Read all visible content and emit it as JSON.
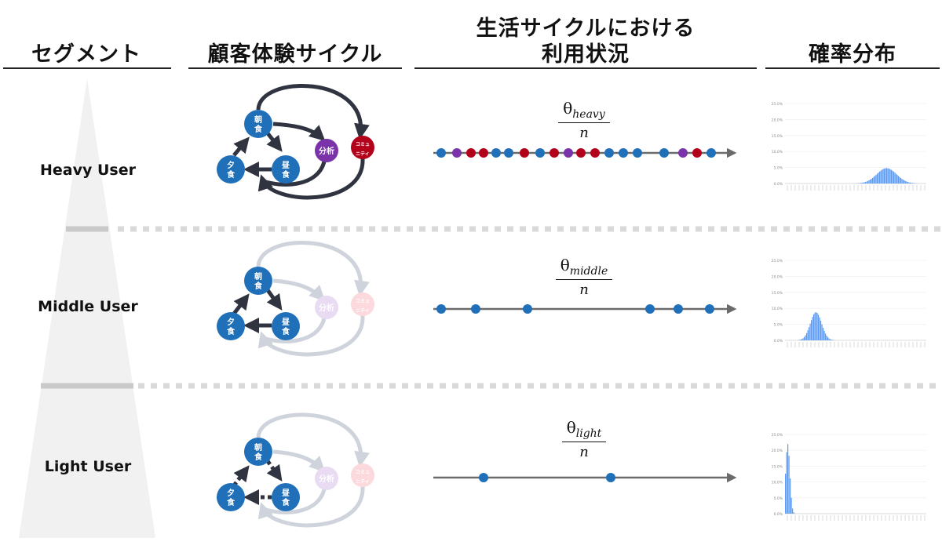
{
  "headers": {
    "segment": "セグメント",
    "journey": "顧客体験サイクル",
    "usage_line1": "生活サイクルにおける",
    "usage_line2": "利用状況",
    "distribution": "確率分布"
  },
  "segments": [
    {
      "label": "Heavy User",
      "theta_base": "θ",
      "theta_sub": "heavy",
      "denominator": "n"
    },
    {
      "label": "Middle User",
      "theta_base": "θ",
      "theta_sub": "middle",
      "denominator": "n"
    },
    {
      "label": "Light User",
      "theta_base": "θ",
      "theta_sub": "light",
      "denominator": "n"
    }
  ],
  "nodes": {
    "breakfast": [
      "朝",
      "食"
    ],
    "lunch": [
      "昼",
      "食"
    ],
    "dinner": [
      "夕",
      "食"
    ],
    "analysis": "分析",
    "community": [
      "コミュ",
      "ニティ"
    ]
  },
  "colors": {
    "blue": "#1f6fb9",
    "purple": "#7a33a8",
    "red": "#b3001b",
    "dark_arrow": "#2f3440",
    "faded_arrow": "#cfd3dc",
    "hist_bar": "#5b9bf5",
    "timeline": "#6b6b6b"
  },
  "timelines": [
    {
      "segment": "heavy",
      "dots": [
        "blue",
        "purple",
        "red",
        "red",
        "blue",
        "blue",
        "red",
        "blue",
        "red",
        "purple",
        "red",
        "red",
        "blue",
        "blue",
        "blue",
        "blue",
        "purple",
        "red",
        "blue"
      ]
    },
    {
      "segment": "middle",
      "dots": [
        "blue",
        "blue",
        "blue",
        "blue",
        "blue",
        "blue"
      ]
    },
    {
      "segment": "light",
      "dots": [
        "blue",
        "blue"
      ]
    }
  ],
  "chart_data": [
    {
      "type": "bar",
      "segment": "heavy",
      "ylim": [
        0,
        25
      ],
      "yticks": [
        "25.0%",
        "20.0%",
        "15.0%",
        "10.0%",
        "5.0%",
        "0.0%"
      ],
      "peak_percent": 4.8,
      "peak_position": 0.72,
      "spread": 0.07
    },
    {
      "type": "bar",
      "segment": "middle",
      "ylim": [
        0,
        25
      ],
      "yticks": [
        "25.0%",
        "20.0%",
        "15.0%",
        "10.0%",
        "5.0%",
        "0.0%"
      ],
      "peak_percent": 8.8,
      "peak_position": 0.22,
      "spread": 0.04
    },
    {
      "type": "bar",
      "segment": "light",
      "ylim": [
        0,
        25
      ],
      "yticks": [
        "25.0%",
        "20.0%",
        "15.0%",
        "10.0%",
        "5.0%",
        "0.0%"
      ],
      "peak_percent": 22.0,
      "peak_position": 0.02,
      "spread": 0.015
    }
  ]
}
